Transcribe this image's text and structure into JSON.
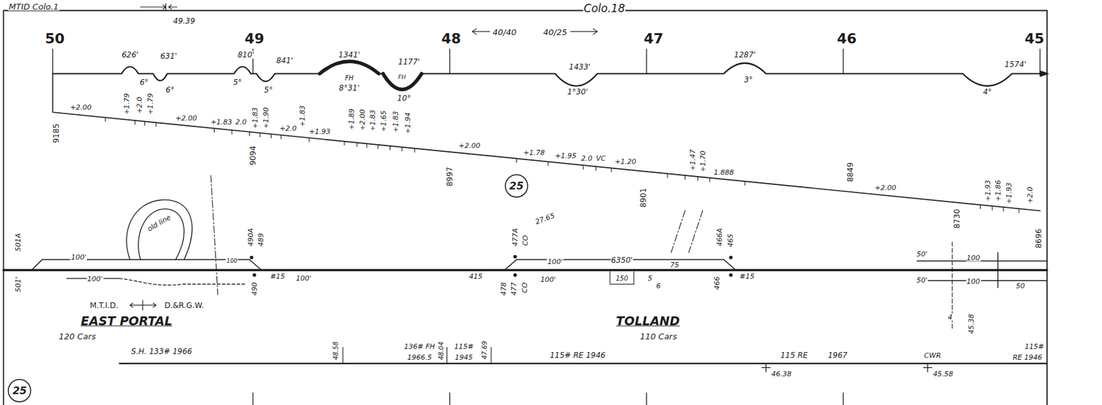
{
  "diagram": {
    "nodes": [
      {
        "text": [
          "25"
        ]
      },
      {
        "text": [
          "25"
        ]
      }
    ],
    "labels": [
      "MTID Colo.1",
      "49.39",
      "Colo.18",
      "50",
      "49",
      "48",
      "40/40",
      "40/25",
      "47",
      "46",
      "45",
      "626'",
      "6°",
      "631'",
      "6°",
      "810'",
      "5°",
      "841'",
      "5°",
      "1341'",
      "FH",
      "8°31'",
      "1177'",
      "FH",
      "10°",
      "1433'",
      "1°30'",
      "1287'",
      "3°",
      "1574'",
      "4°",
      "+2.00",
      "+1.79",
      "+2.0",
      "+1.79",
      "+2.00",
      "+1.83",
      "2.0",
      "+1.83",
      "+1.90",
      "+2.0",
      "+1.93",
      "+1.83",
      "+1.89",
      "+2.00",
      "+1.83",
      "+1.65",
      "+1.83",
      "+1.94",
      "+2.00",
      "+1.78",
      "+1.95",
      "2.0",
      "VC",
      "+1.20",
      "+1.47",
      "+1.70",
      "1.888",
      "+2.00",
      "+1.93",
      "+1.86",
      "+1.93",
      "+2.0",
      "9185",
      "9094",
      "8997",
      "8901",
      "8849",
      "8730",
      "8696",
      "501A",
      "501'",
      "old line",
      "100'",
      "100'",
      "490A",
      "489",
      "100",
      "490",
      "#15",
      "100'",
      "415",
      "477A",
      "CO",
      "27.65",
      "478",
      "477",
      "CO",
      "100'",
      "100'",
      "6350'",
      "150",
      "5",
      "6",
      "75",
      "466A",
      "465",
      "466",
      "#15",
      "50'",
      "100",
      "50'",
      "100",
      "50",
      "M.T.I.D.",
      "D.&R.G.W.",
      "EAST PORTAL",
      "120 Cars",
      "TOLLAND",
      "110 Cars",
      "4",
      "45.38",
      "S.H. 133# 1966",
      "48.58",
      "136# FH",
      "1966.5",
      "48.04",
      "115#",
      "1945",
      "47.69",
      "115# RE 1946",
      "115 RE",
      "1967",
      "CWR",
      "115#",
      "RE 1946",
      "46.38",
      "45.58"
    ]
  }
}
